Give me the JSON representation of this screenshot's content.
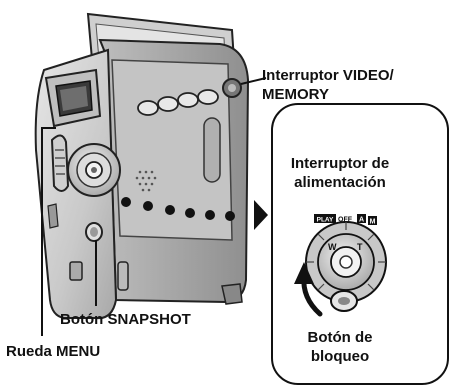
{
  "labels": {
    "video_memory_switch": {
      "line1": "Interruptor VIDEO/",
      "line2": "MEMORY"
    },
    "power_switch": {
      "line1": "Interruptor de",
      "line2": "alimentación"
    },
    "snapshot_button": "Botón SNAPSHOT",
    "menu_wheel": "Rueda MENU",
    "lock_button": {
      "line1": "Botón de",
      "line2": "bloqueo"
    }
  },
  "dial_marks": [
    "PLAY",
    "OFF",
    "A",
    "M"
  ],
  "colors": {
    "ink": "#111111",
    "camera_body": "#d4d4d4",
    "camera_shadow": "#9a9a9a"
  }
}
